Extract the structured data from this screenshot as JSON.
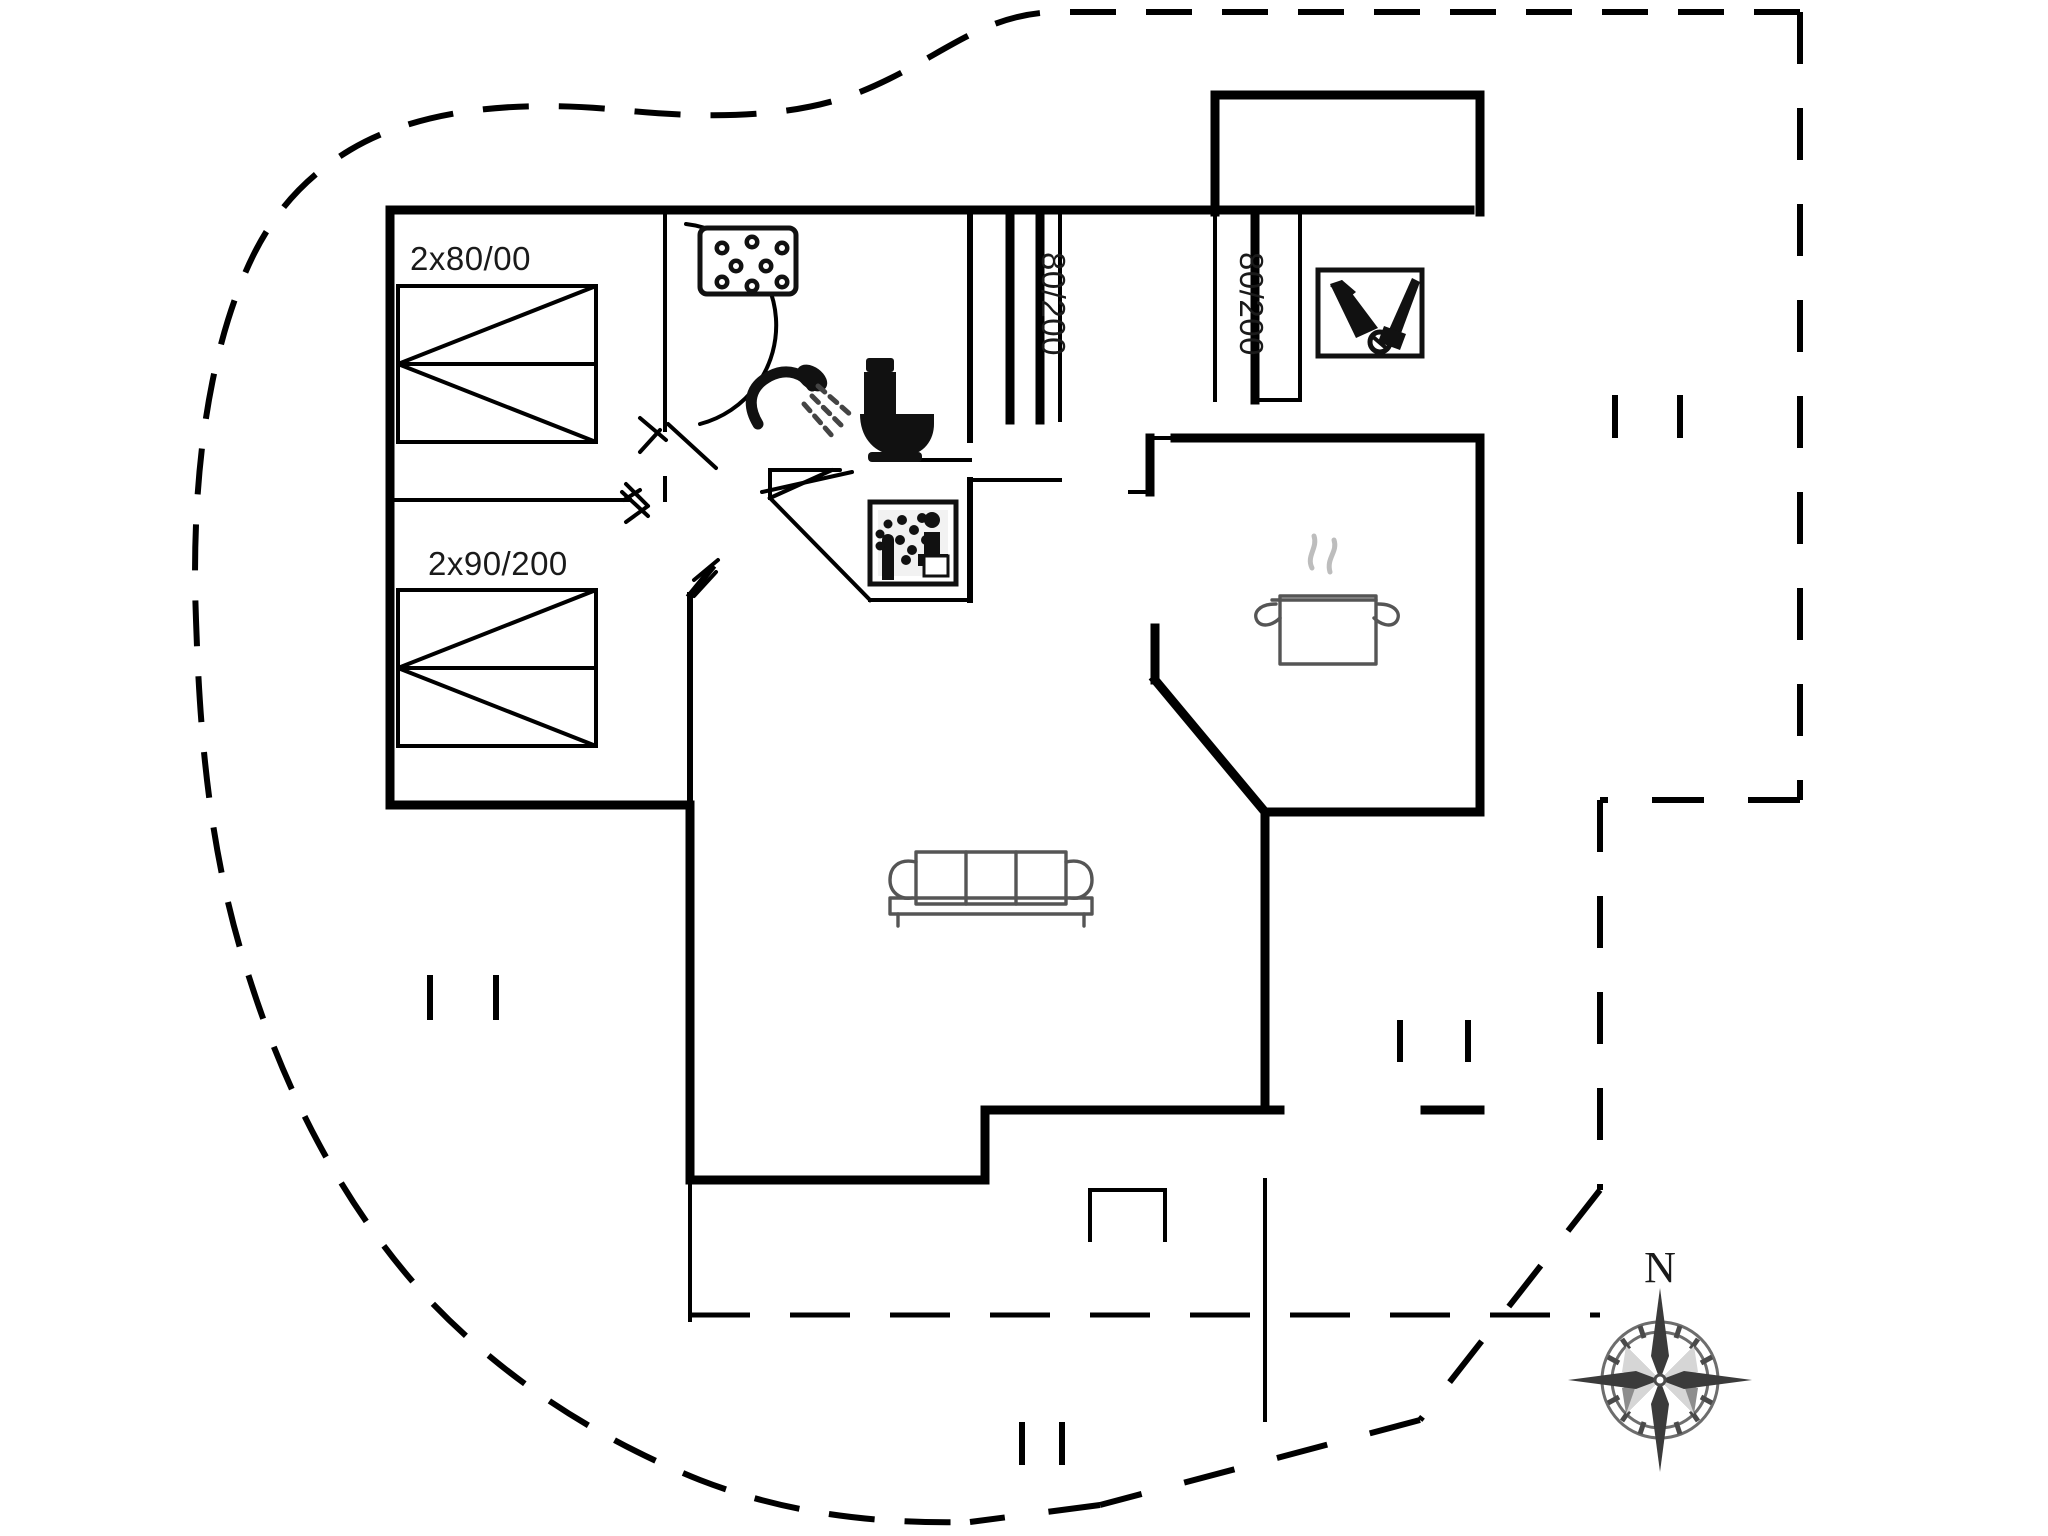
{
  "document": {
    "type": "floor-plan",
    "title": "Holiday house floor plan",
    "background_color": "#ffffff",
    "line_color": "#000000"
  },
  "labels": {
    "bedroom1_window": "2x80/00",
    "bedroom2_window": "2x90/200",
    "door_label_left": "80/200",
    "door_label_right": "80/200"
  },
  "compass": {
    "north_label": "N",
    "icon": "compass-rose-icon"
  },
  "rooms": [
    {
      "name": "bedroom-1",
      "icons": [],
      "window_label": "2x80/00",
      "beds": "two single beds"
    },
    {
      "name": "bedroom-2",
      "icons": [],
      "window_label": "2x90/200",
      "beds": "two single beds"
    },
    {
      "name": "bathroom",
      "icons": [
        "shower-icon",
        "toilet-icon",
        "washing-machine-icon"
      ],
      "window_label": ""
    },
    {
      "name": "sauna",
      "icons": [
        "sauna-icon"
      ],
      "window_label": ""
    },
    {
      "name": "kitchen",
      "icons": [
        "cooking-pot-icon"
      ],
      "window_label": ""
    },
    {
      "name": "living-room",
      "icons": [
        "sofa-icon"
      ],
      "window_label": ""
    },
    {
      "name": "utility-room",
      "icons": [
        "utility-tools-icon"
      ],
      "window_label": ""
    },
    {
      "name": "terrace",
      "icons": [],
      "window_label": ""
    }
  ],
  "icons": {
    "shower": "shower-icon",
    "toilet": "toilet-icon",
    "washing_machine": "washing-machine-icon",
    "sauna": "sauna-icon",
    "cooking_pot": "cooking-pot-icon",
    "sofa": "sofa-icon",
    "utility_tools": "utility-tools-icon",
    "compass_rose": "compass-rose-icon"
  }
}
